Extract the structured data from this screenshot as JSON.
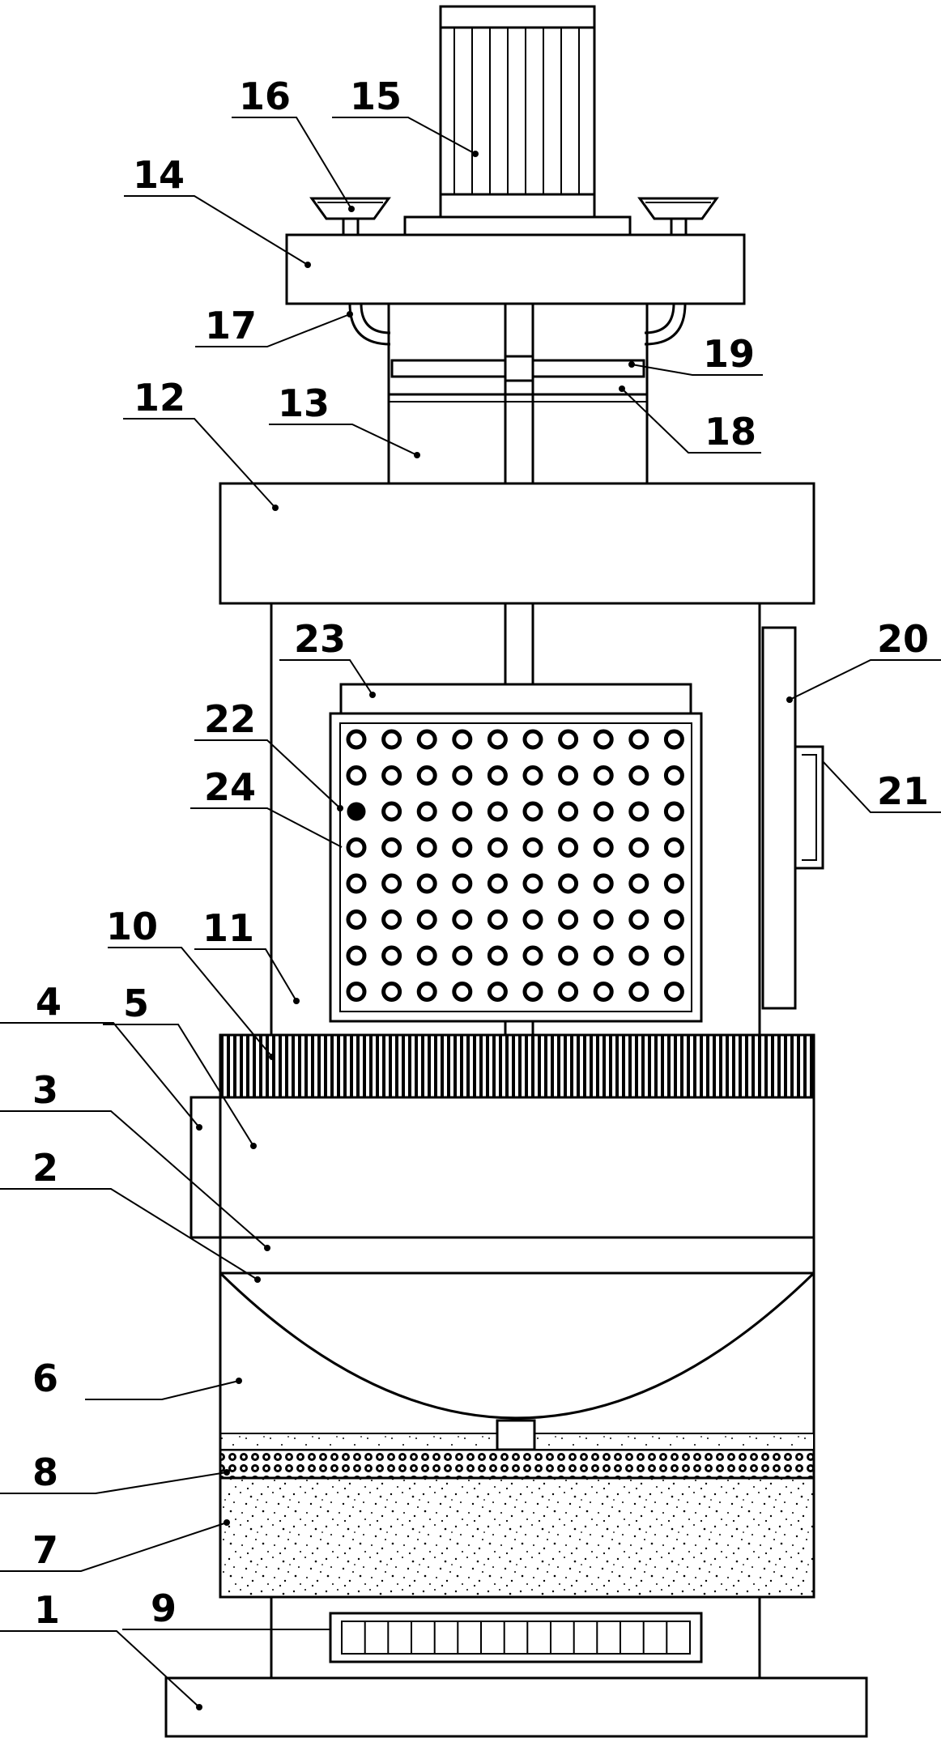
{
  "labels": {
    "l1": "1",
    "l2": "2",
    "l3": "3",
    "l4": "4",
    "l5": "5",
    "l6": "6",
    "l7": "7",
    "l8": "8",
    "l9": "9",
    "l10": "10",
    "l11": "11",
    "l12": "12",
    "l13": "13",
    "l14": "14",
    "l15": "15",
    "l16": "16",
    "l17": "17",
    "l18": "18",
    "l19": "19",
    "l20": "20",
    "l21": "21",
    "l22": "22",
    "l23": "23",
    "l24": "24"
  }
}
